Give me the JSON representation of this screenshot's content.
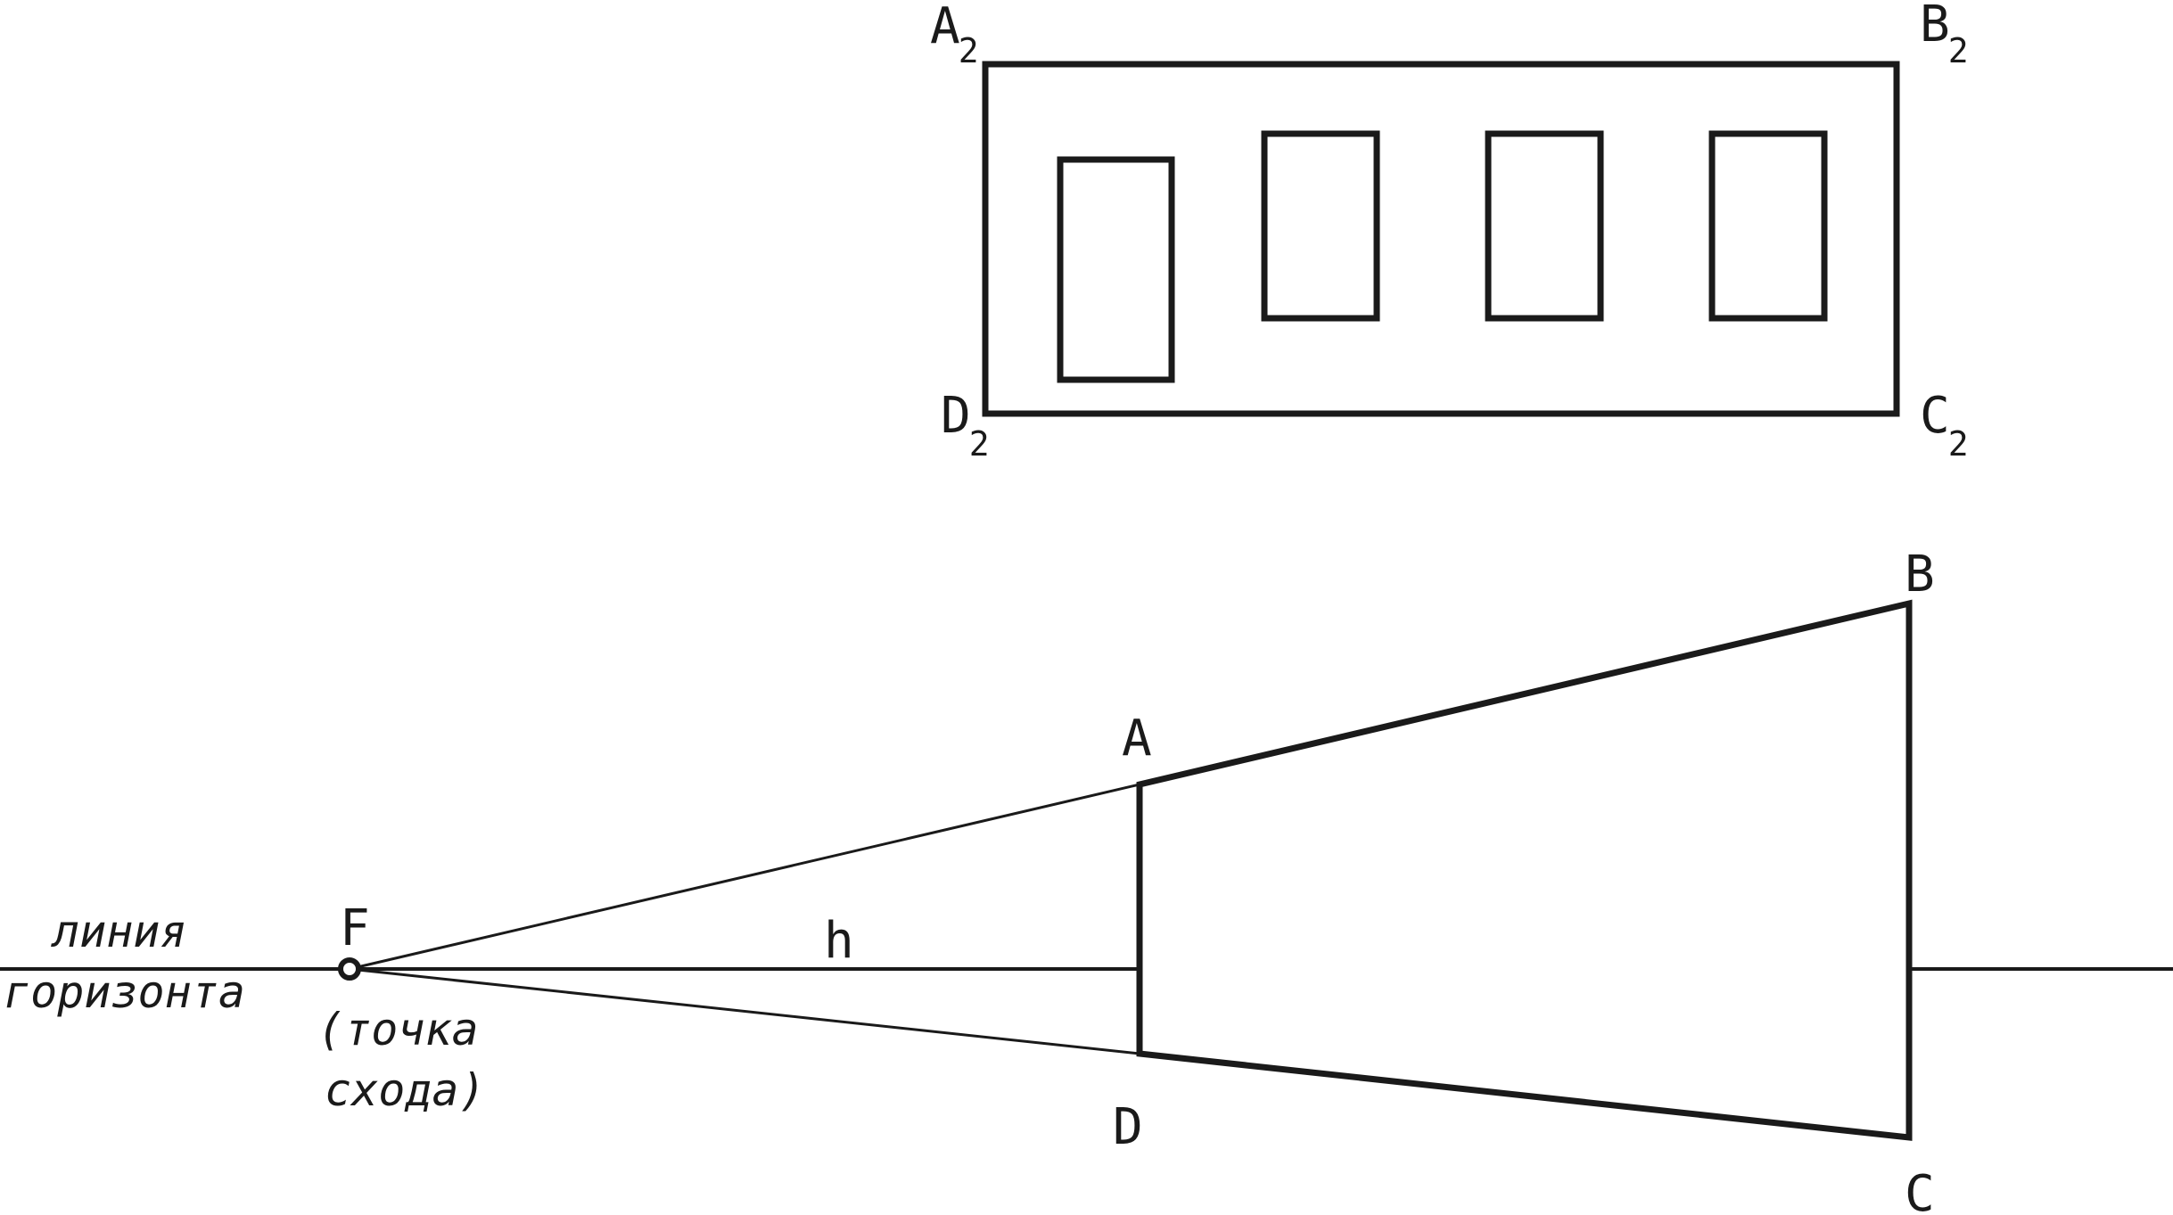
{
  "colors": {
    "stroke": "#1a1a1a",
    "background": "#ffffff"
  },
  "front_view": {
    "corner_labels": {
      "A2": {
        "letter": "A",
        "subscript": "2"
      },
      "B2": {
        "letter": "B",
        "subscript": "2"
      },
      "C2": {
        "letter": "C",
        "subscript": "2"
      },
      "D2": {
        "letter": "D",
        "subscript": "2"
      }
    },
    "window_count": 4
  },
  "perspective": {
    "points": {
      "A": "A",
      "B": "B",
      "C": "C",
      "D": "D",
      "F": "F"
    },
    "height_label": "h",
    "horizon_label": [
      "линия",
      "горизонта"
    ],
    "vanishing_point_label": [
      "(точка",
      "схода)"
    ]
  }
}
